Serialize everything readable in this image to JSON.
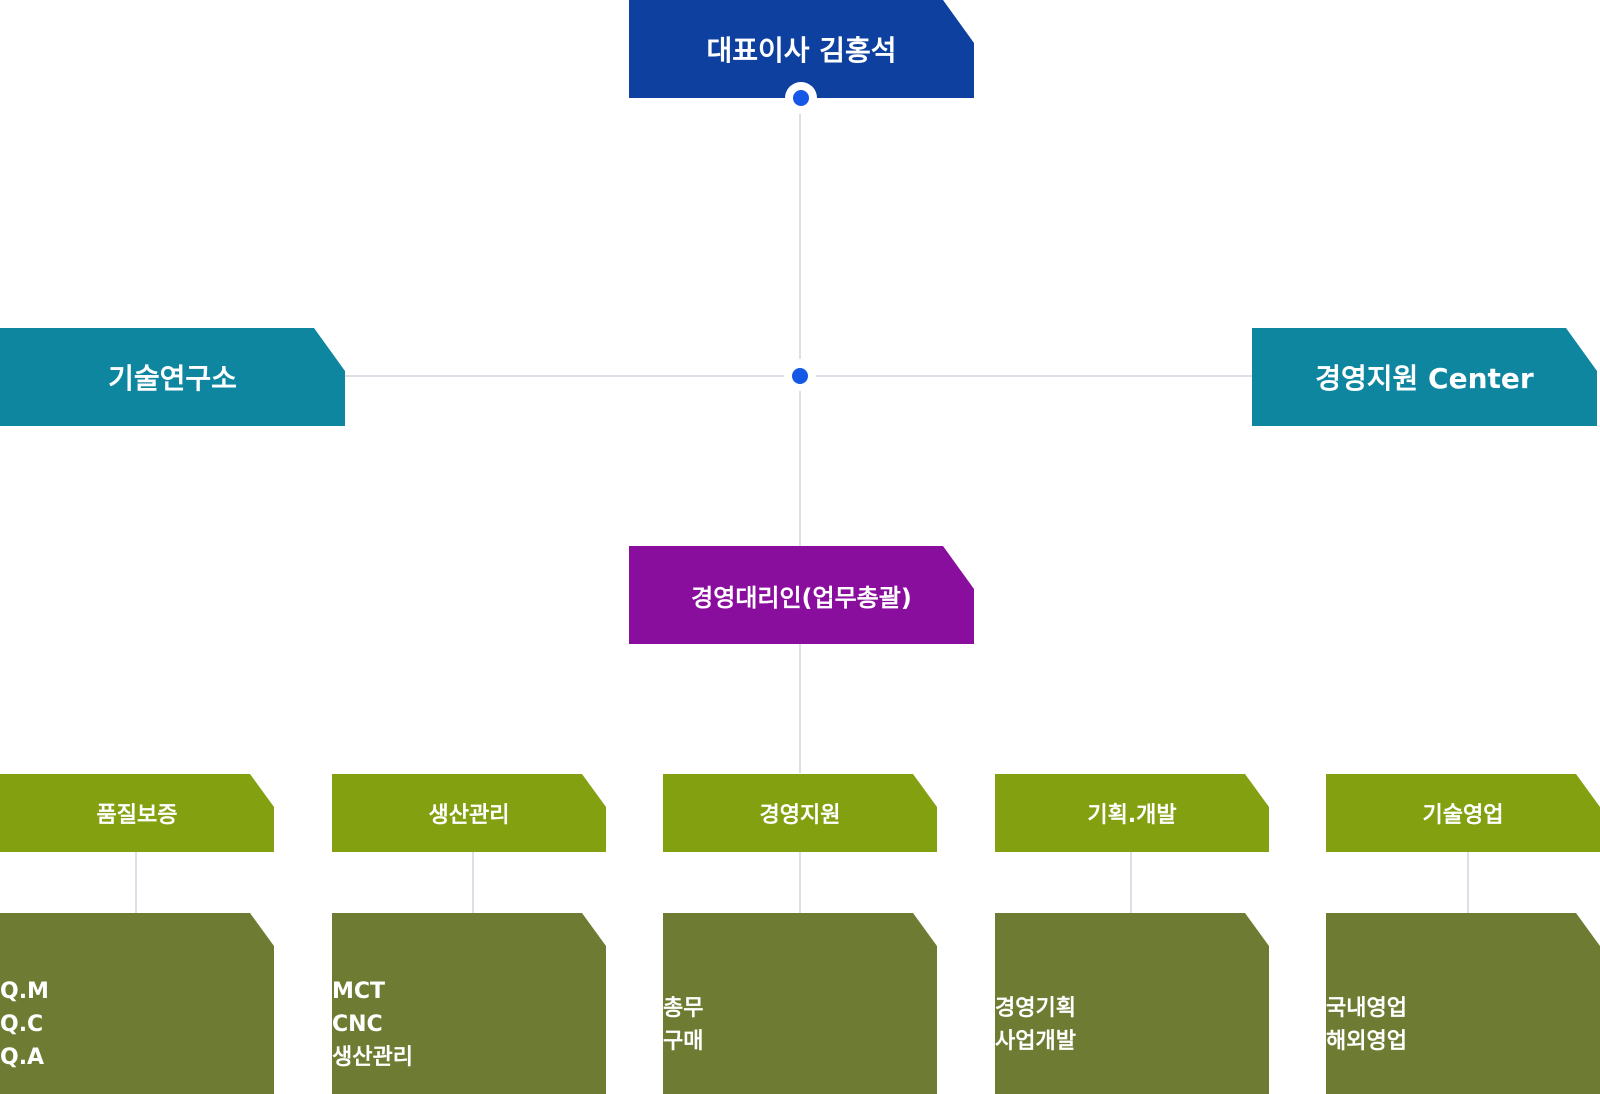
{
  "colors": {
    "ceo": "#0e40a0",
    "division": "#0f86a0",
    "agent": "#8a0e9e",
    "department": "#82a010",
    "team": "#6e7c33",
    "line": "#dcdfe6",
    "dot": "#1557e6"
  },
  "ceo": {
    "label": "대표이사 김홍석"
  },
  "divisions": [
    {
      "label": "기술연구소"
    },
    {
      "label": "경영지원 Center"
    }
  ],
  "agent": {
    "label": "경영대리인(업무총괄)"
  },
  "departments": [
    {
      "label": "품질보증",
      "items": [
        "Q.M",
        "Q.C",
        "Q.A"
      ]
    },
    {
      "label": "생산관리",
      "items": [
        "MCT",
        "CNC",
        "생산관리"
      ]
    },
    {
      "label": "경영지원",
      "items": [
        "총무",
        "구매"
      ]
    },
    {
      "label": "기획.개발",
      "items": [
        "경영기획",
        "사업개발"
      ]
    },
    {
      "label": "기술영업",
      "items": [
        "국내영업",
        "해외영업"
      ]
    }
  ]
}
